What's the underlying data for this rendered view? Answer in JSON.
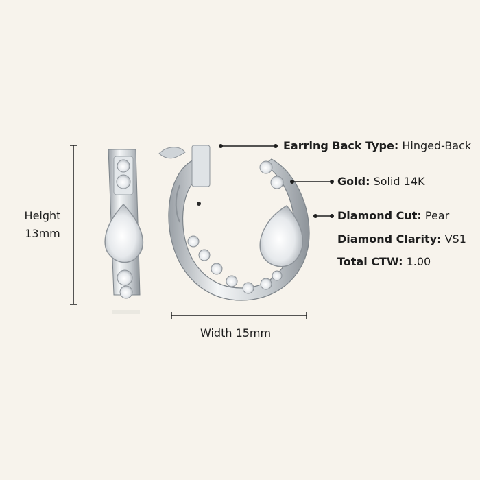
{
  "colors": {
    "background": "#f7f3ec",
    "text": "#1e1e1e",
    "metal": "#d9dde0"
  },
  "dimensions": {
    "height_label": "Height",
    "height_value": "13mm",
    "width_label": "Width 15mm"
  },
  "specs": [
    {
      "key": "Earring Back Type:",
      "value": "Hinged-Back"
    },
    {
      "key": "Gold:",
      "value": "Solid 14K"
    },
    {
      "key": "Diamond Cut:",
      "value": "Pear"
    },
    {
      "key": "Diamond Clarity:",
      "value": "VS1"
    },
    {
      "key": "Total CTW:",
      "value": "1.00"
    }
  ]
}
